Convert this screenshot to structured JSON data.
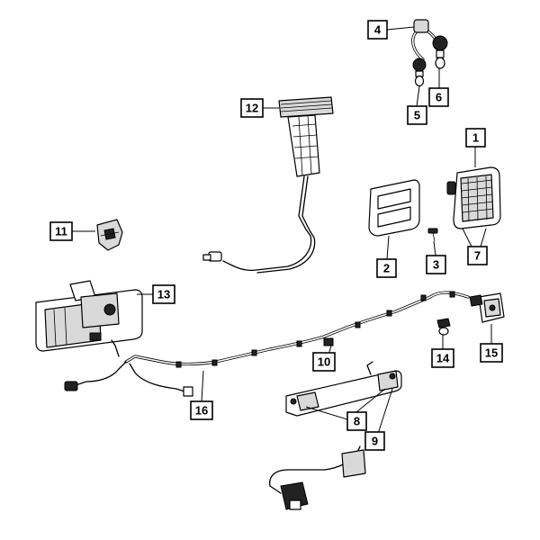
{
  "callouts": [
    {
      "id": "1",
      "label": "1"
    },
    {
      "id": "2",
      "label": "2"
    },
    {
      "id": "3",
      "label": "3"
    },
    {
      "id": "4",
      "label": "4"
    },
    {
      "id": "5",
      "label": "5"
    },
    {
      "id": "6",
      "label": "6"
    },
    {
      "id": "7",
      "label": "7"
    },
    {
      "id": "8",
      "label": "8"
    },
    {
      "id": "9",
      "label": "9"
    },
    {
      "id": "10",
      "label": "10"
    },
    {
      "id": "11",
      "label": "11"
    },
    {
      "id": "12",
      "label": "12"
    },
    {
      "id": "13",
      "label": "13"
    },
    {
      "id": "14",
      "label": "14"
    },
    {
      "id": "15",
      "label": "15"
    },
    {
      "id": "16",
      "label": "16"
    }
  ],
  "colors": {
    "line": "#000000",
    "background": "#ffffff",
    "fill_gray": "#d9d9d9"
  }
}
